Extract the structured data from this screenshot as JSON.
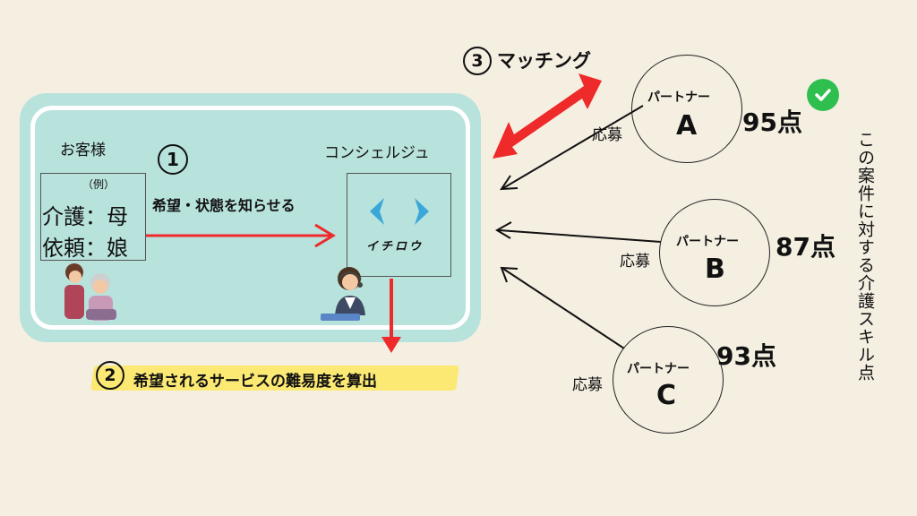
{
  "labels": {
    "customer": "お客様",
    "concierge": "コンシェルジュ",
    "example": "（例）",
    "care": "介護：母",
    "request": "依頼：娘",
    "step1_num": "①",
    "step1": "希望・状態を知らせる",
    "step2_num": "②",
    "step2": "希望されるサービスの難易度を算出",
    "step3_num": "③",
    "step3": "マッチング",
    "logo_text": "イチロウ",
    "vertical_note": "この案件に対する介護スキル点"
  },
  "partners": [
    {
      "title": "パートナー",
      "letter": "A",
      "score": "95点",
      "apply": "応募",
      "selected": true
    },
    {
      "title": "パートナー",
      "letter": "B",
      "score": "87点",
      "apply": "応募",
      "selected": false
    },
    {
      "title": "パートナー",
      "letter": "C",
      "score": "93点",
      "apply": "応募",
      "selected": false
    }
  ],
  "colors": {
    "background": "#f5efe2",
    "panel": "#b8e2dc",
    "arrow_red": "#ee2a2a",
    "highlight": "#fbe974",
    "check_green": "#2fbf4f",
    "logo_blue": "#3aa7d8"
  },
  "icons": {
    "check": "check-circle-icon",
    "customer_illustration": "elderly-mother-daughter-icon",
    "concierge_illustration": "operator-headset-icon",
    "logo": "ichirou-logo-icon"
  }
}
